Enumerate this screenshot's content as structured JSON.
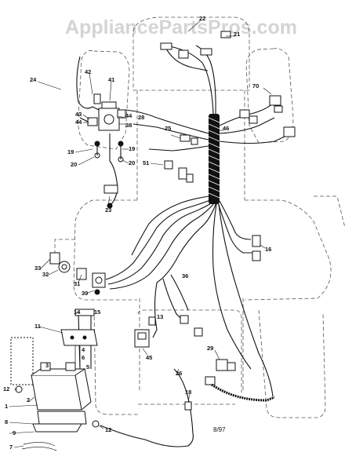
{
  "watermark": "AppliancePartsPros.com",
  "date_code": "8/97",
  "callouts": {
    "c1": "1",
    "c2": "2",
    "c3": "3",
    "c4": "4",
    "c5": "5",
    "c6": "6",
    "c7": "7",
    "c8": "8",
    "c9": "9",
    "c11": "11",
    "c12a": "12",
    "c12b": "12",
    "c13": "13",
    "c14": "14",
    "c15": "15",
    "c16": "16",
    "c18": "18",
    "c19a": "19",
    "c19b": "19",
    "c20a": "20",
    "c20b": "20",
    "c21": "21",
    "c22": "22",
    "c23": "23",
    "c24": "24",
    "c25": "25",
    "c26": "26",
    "c28": "28",
    "c29": "29",
    "c30": "30",
    "c31": "31",
    "c32": "32",
    "c33": "33",
    "c36": "36",
    "c38": "38",
    "c41": "41",
    "c42": "42",
    "c43": "43",
    "c44a": "44",
    "c44b": "44",
    "c45": "45",
    "c46": "46",
    "c51": "51",
    "c70": "70"
  }
}
